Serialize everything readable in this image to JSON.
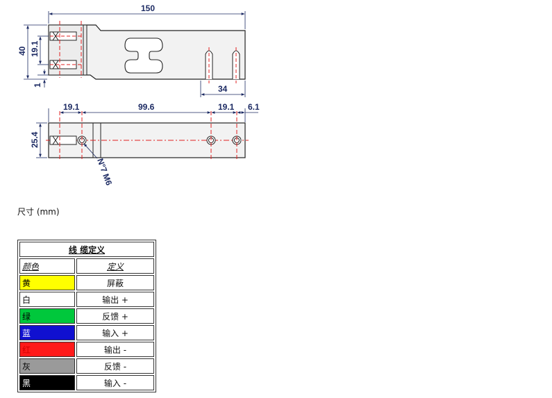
{
  "drawing": {
    "top_view": {
      "dim_length": "150",
      "dim_height": "40",
      "dim_hole_spacing": "19.1",
      "dim_offset": "1",
      "dim_right_holes": "34"
    },
    "side_view": {
      "dim_a": "19.1",
      "dim_b": "99.6",
      "dim_c": "19.1",
      "dim_d": "6.1",
      "dim_width": "25.4",
      "thread_label": "N°7 M6"
    }
  },
  "unit_label": "尺寸 (mm)",
  "cable_table": {
    "title": "线 缆定义",
    "header_color": "颜色",
    "header_def": "定义",
    "rows": [
      {
        "color_name": "黄",
        "color": "#ffff00",
        "text_color": "#000000",
        "definition": "屏蔽"
      },
      {
        "color_name": "白",
        "color": "#ffffff",
        "text_color": "#000000",
        "definition": "输出 +"
      },
      {
        "color_name": "绿",
        "color": "#00c83c",
        "text_color": "#000000",
        "definition": "反馈 +"
      },
      {
        "color_name": "蓝",
        "color": "#1010d0",
        "text_color": "#ffffff",
        "definition": "输入 +"
      },
      {
        "color_name": "红",
        "color": "#ff1a1a",
        "text_color": "#d00000",
        "definition": "输出 -"
      },
      {
        "color_name": "灰",
        "color": "#9a9a9a",
        "text_color": "#000000",
        "definition": "反馈 -"
      },
      {
        "color_name": "黑",
        "color": "#000000",
        "text_color": "#ffffff",
        "definition": "输入 -"
      }
    ]
  }
}
